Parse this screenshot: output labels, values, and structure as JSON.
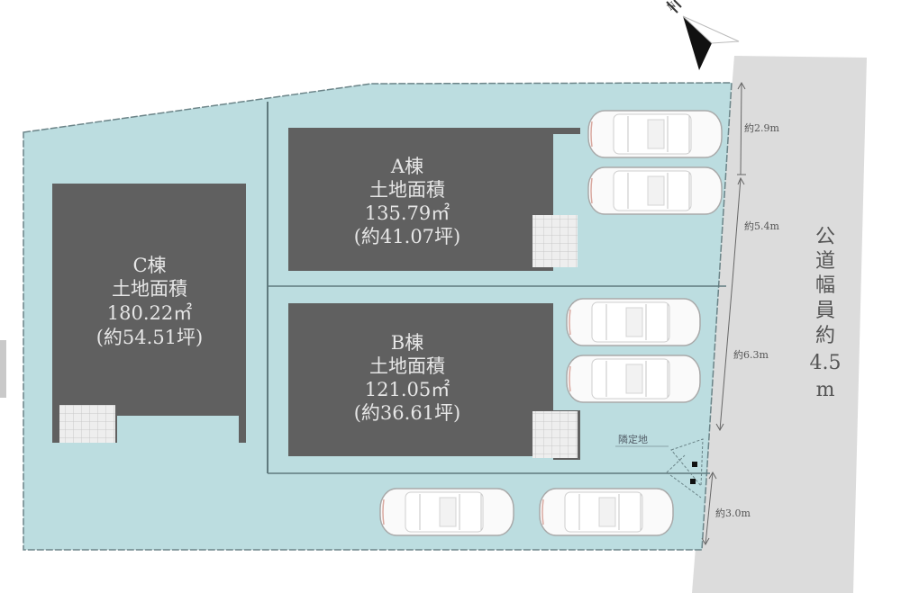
{
  "colors": {
    "lot_fill": "#bcdde0",
    "building_fill": "#606060",
    "road_fill": "#dcdcdc",
    "boundary_line": "#6b8488",
    "car_fill": "#fafafa"
  },
  "compass": {
    "label": "N",
    "icon": "north-arrow-icon"
  },
  "buildings": [
    {
      "id": "A",
      "name": "A棟",
      "label": "土地面積",
      "area_sqm": "135.79㎡",
      "area_tsubo": "(約41.07坪)"
    },
    {
      "id": "B",
      "name": "B棟",
      "label": "土地面積",
      "area_sqm": "121.05㎡",
      "area_tsubo": "(約36.61坪)"
    },
    {
      "id": "C",
      "name": "C棟",
      "label": "土地面積",
      "area_sqm": "180.22㎡",
      "area_tsubo": "(約54.51坪)"
    }
  ],
  "frontage_dimensions": [
    {
      "label": "約2.9m"
    },
    {
      "label": "約5.4m"
    },
    {
      "label": "約6.3m"
    },
    {
      "label": "約3.0m"
    }
  ],
  "road": {
    "lines": [
      "公",
      "道",
      "幅",
      "員",
      "約",
      "4.5",
      "m"
    ]
  },
  "marker": {
    "label": "隣定地"
  },
  "parking": {
    "car_count": 6,
    "icon": "car-icon"
  }
}
